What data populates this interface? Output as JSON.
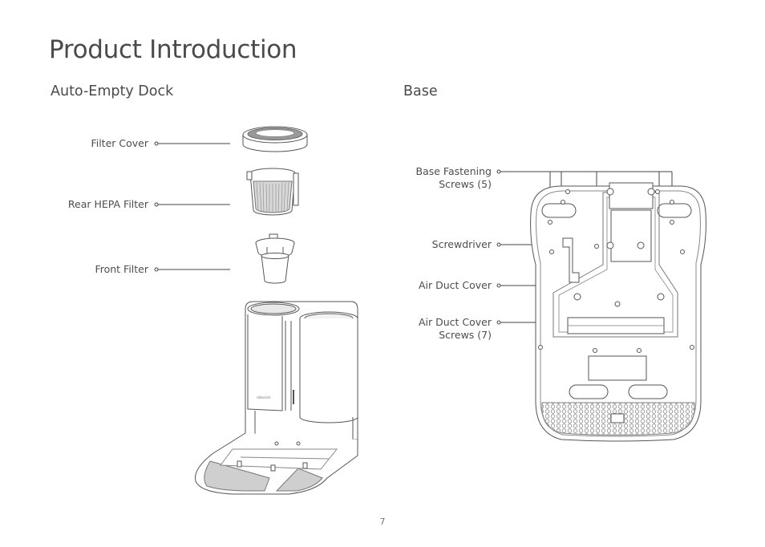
{
  "page": {
    "title": "Product Introduction",
    "number": "7"
  },
  "dock": {
    "heading": "Auto-Empty Dock",
    "labels": {
      "filter_cover": "Filter Cover",
      "rear_hepa": "Rear HEPA Filter",
      "front_filter": "Front Filter"
    },
    "brand_mark": "roborock"
  },
  "base": {
    "heading": "Base",
    "labels": {
      "fastening_screws_line1": "Base Fastening",
      "fastening_screws_line2": "Screws (5)",
      "screwdriver": "Screwdriver",
      "air_duct_cover": "Air Duct Cover",
      "air_duct_screws_line1": "Air Duct Cover",
      "air_duct_screws_line2": "Screws (7)"
    }
  }
}
